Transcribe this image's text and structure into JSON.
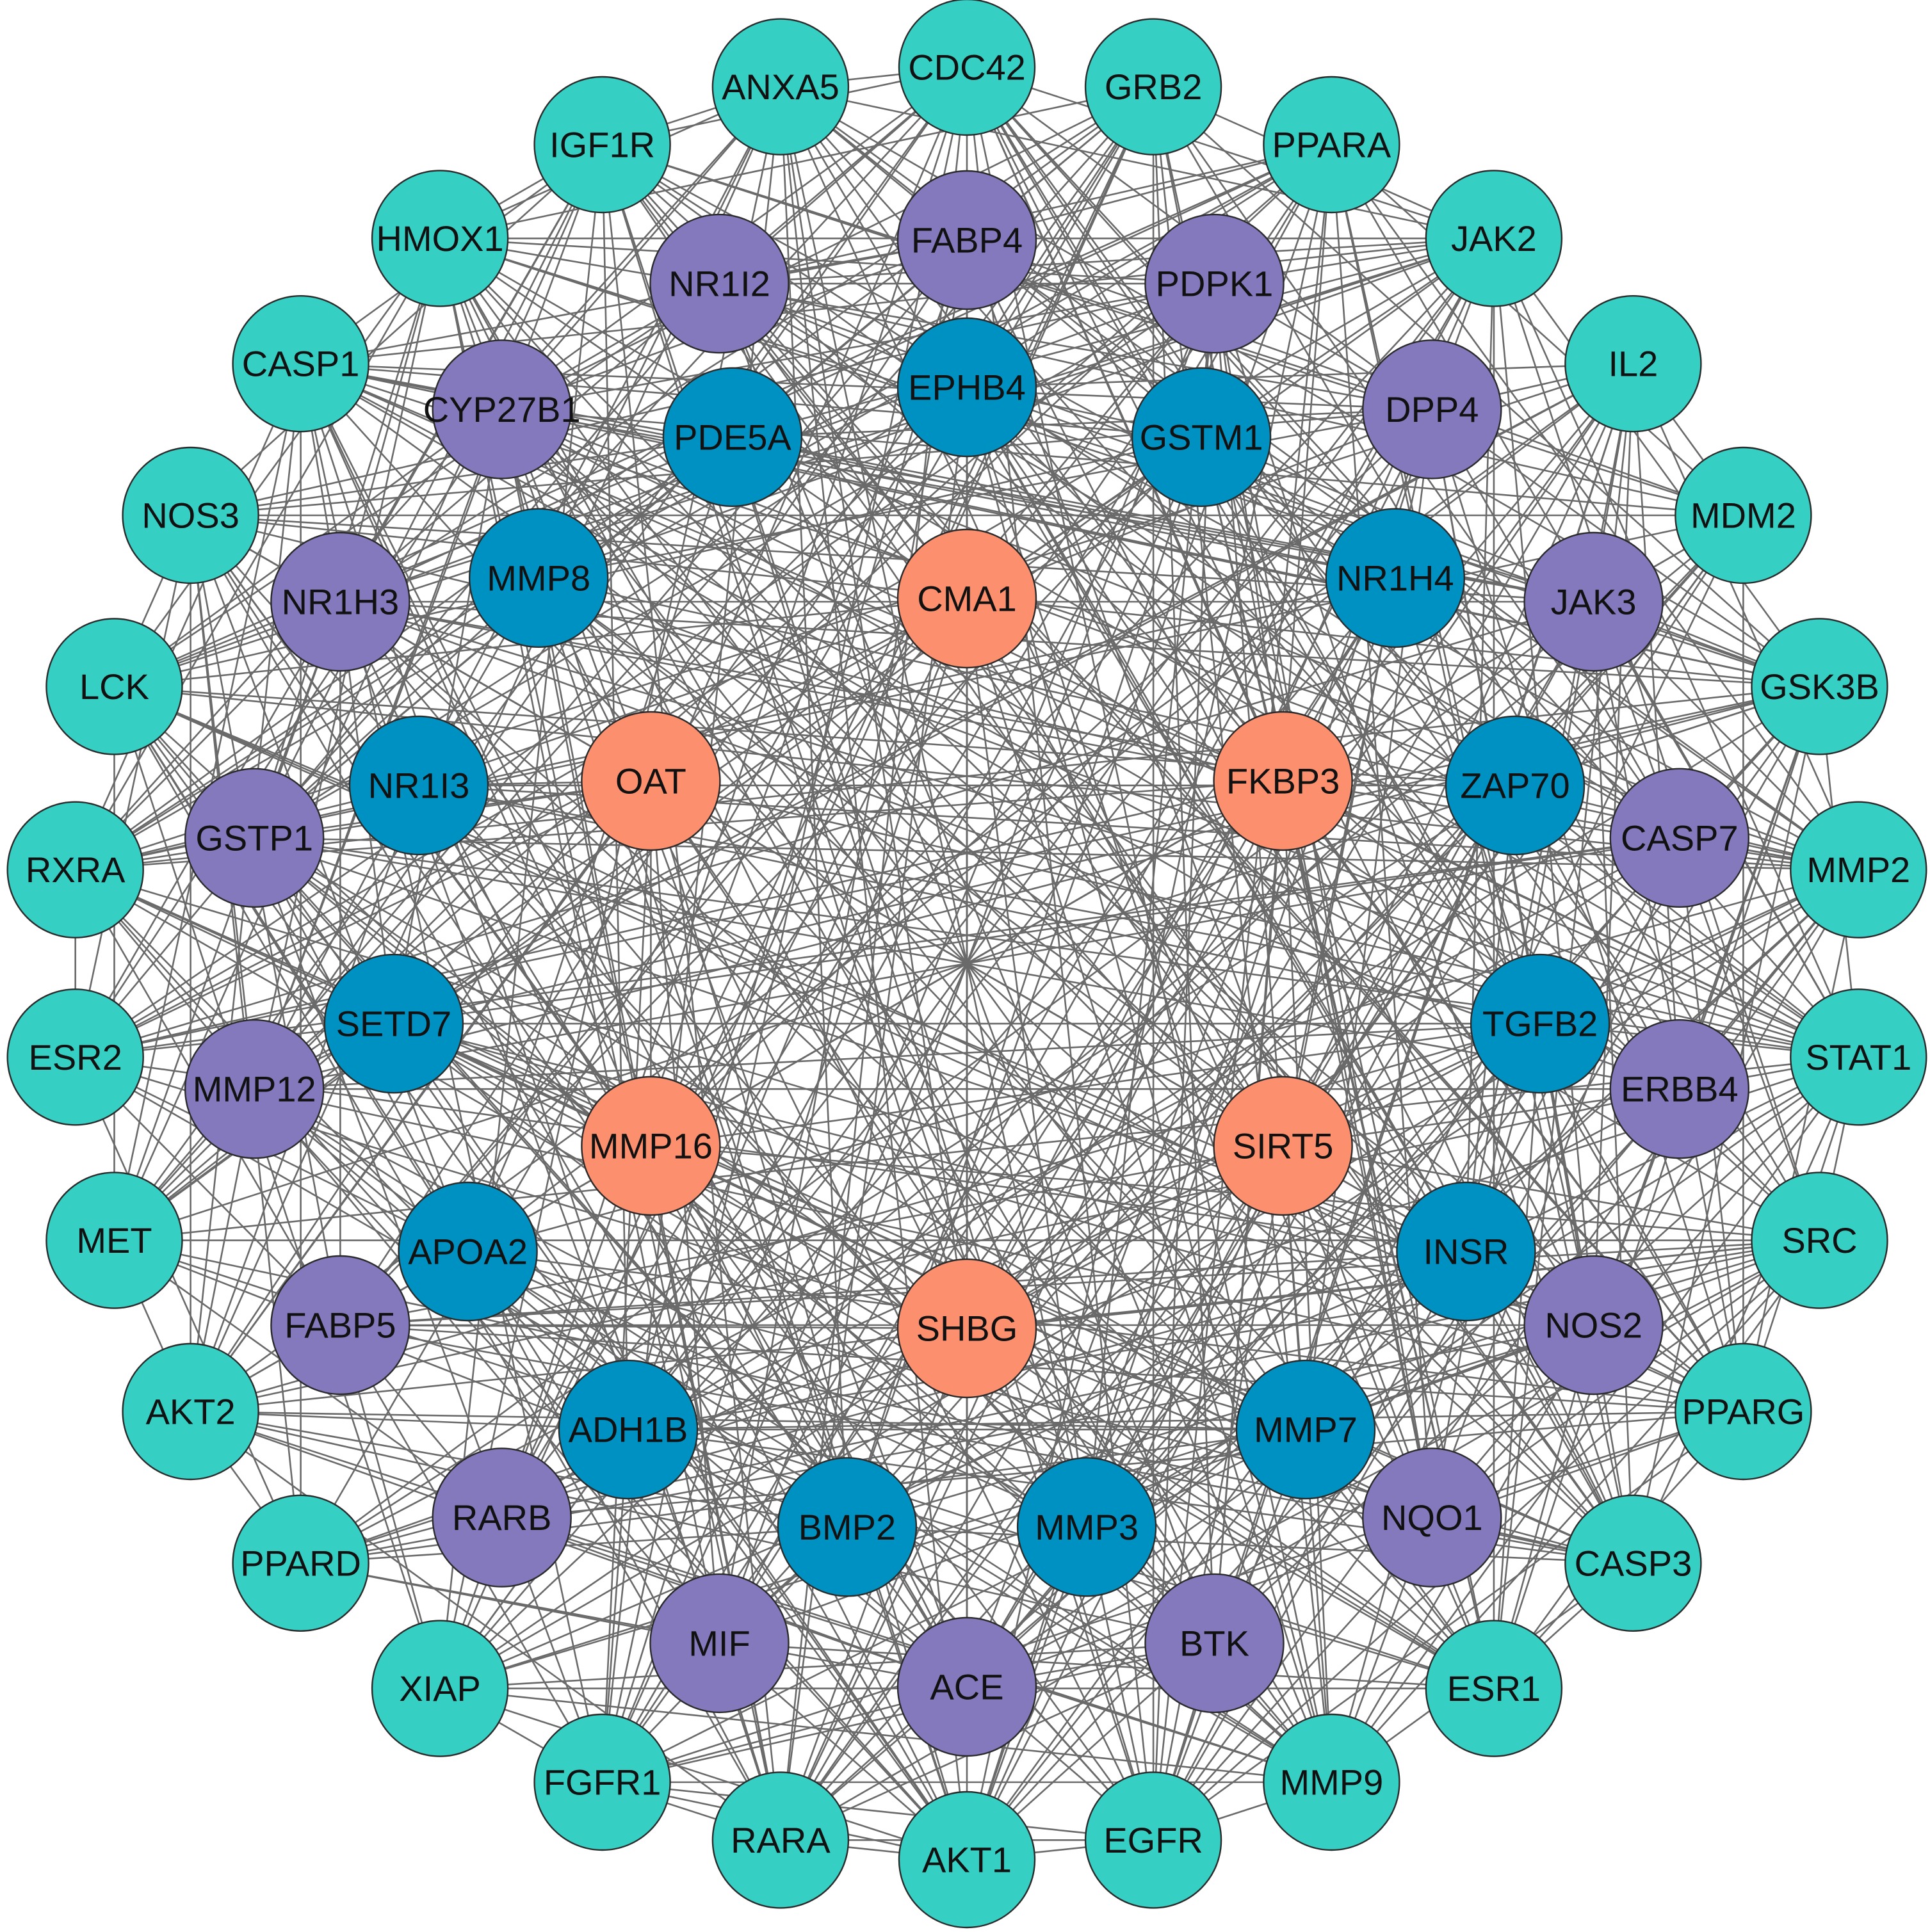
{
  "diagram": {
    "type": "protein-protein interaction network",
    "layout": "concentric circles",
    "colors": {
      "outer_ring": "#36CFC4",
      "middle_ring": "#8479BD",
      "inner_ring": "#0091C3",
      "core": "#FC8F6E",
      "edge": "#6a6a6a",
      "node_border": "#2b2b2b"
    },
    "rings": {
      "core": [
        "CMA1",
        "FKBP3",
        "SIRT5",
        "SHBG",
        "MMP16",
        "OAT"
      ],
      "inner": [
        "GSTM1",
        "NR1H4",
        "ZAP70",
        "TGFB2",
        "INSR",
        "MMP7",
        "MMP3",
        "BMP2",
        "ADH1B",
        "APOA2",
        "SETD7",
        "NR1I3",
        "MMP8",
        "PDE5A",
        "EPHB4"
      ],
      "middle": [
        "FABP4",
        "PDPK1",
        "DPP4",
        "JAK3",
        "CASP7",
        "ERBB4",
        "NOS2",
        "NQO1",
        "BTK",
        "ACE",
        "MIF",
        "RARB",
        "FABP5",
        "MMP12",
        "GSTP1",
        "NR1H3",
        "CYP27B1",
        "NR1I2"
      ],
      "outer": [
        "CDC42",
        "GRB2",
        "PPARA",
        "JAK2",
        "IL2",
        "MDM2",
        "GSK3B",
        "MMP2",
        "STAT1",
        "SRC",
        "PPARG",
        "CASP3",
        "ESR1",
        "MMP9",
        "EGFR",
        "AKT1",
        "RARA",
        "FGFR1",
        "XIAP",
        "PPARD",
        "AKT2",
        "MET",
        "ESR2",
        "RXRA",
        "LCK",
        "NOS3",
        "CASP1",
        "HMOX1",
        "IGF1R",
        "ANXA5"
      ]
    }
  }
}
